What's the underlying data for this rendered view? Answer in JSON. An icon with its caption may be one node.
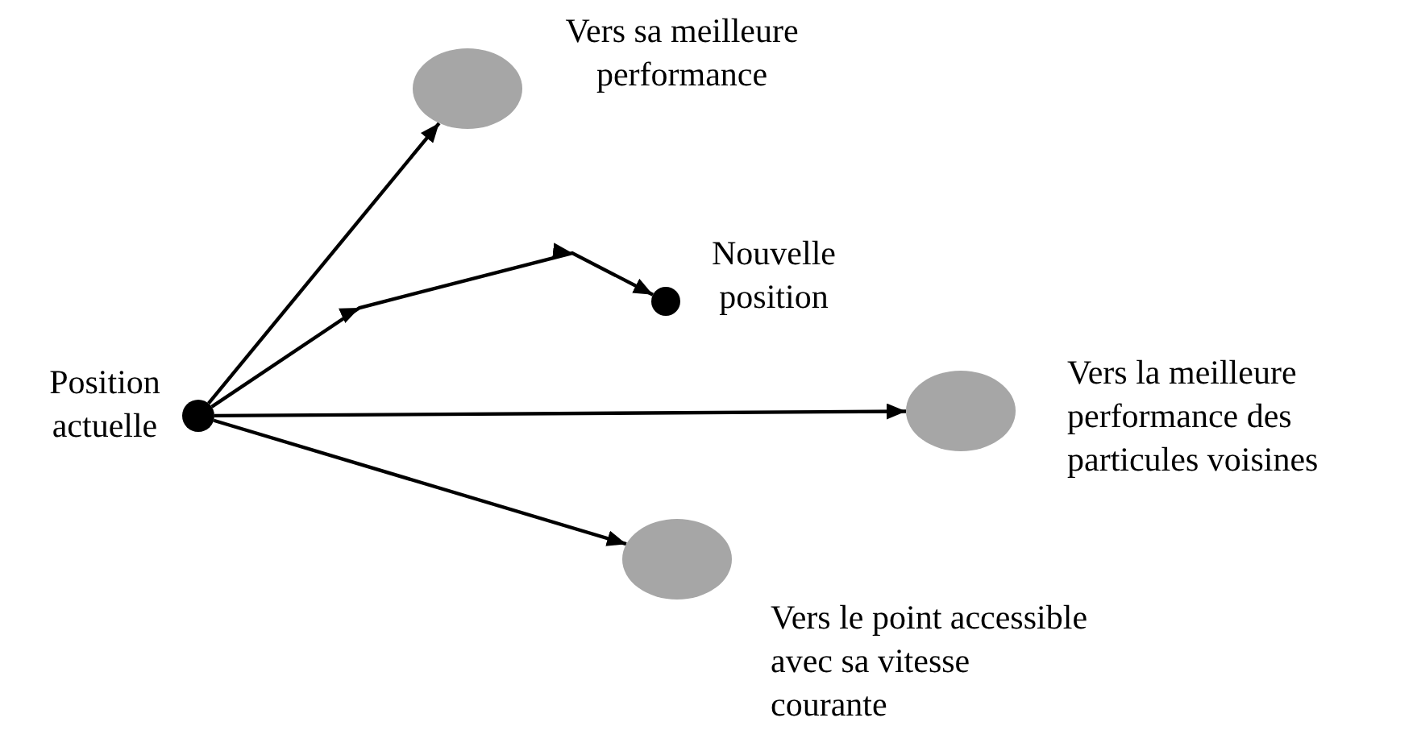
{
  "diagram": {
    "nodes": [
      {
        "text": [],
        "shape": "circle",
        "beside": [
          "Position actuelle"
        ]
      },
      {
        "text": [],
        "shape": "ellipse",
        "beside": [
          "Vers sa meilleure performance"
        ]
      },
      {
        "text": [],
        "shape": "circle",
        "beside": [
          "Nouvelle position"
        ]
      },
      {
        "text": [],
        "shape": "ellipse",
        "beside": [
          "Vers la meilleure performance des particules voisines"
        ]
      },
      {
        "text": [],
        "shape": "ellipse",
        "beside": [
          "Vers le point accessible avec sa vitesse courante"
        ]
      }
    ],
    "edges": [
      {
        "from": 0,
        "to": 1,
        "arrow": "to"
      },
      {
        "from": 0,
        "to": 2,
        "arrow": "to"
      },
      {
        "from": 0,
        "to": 3,
        "arrow": "to"
      },
      {
        "from": 0,
        "to": 4,
        "arrow": "to"
      }
    ]
  }
}
